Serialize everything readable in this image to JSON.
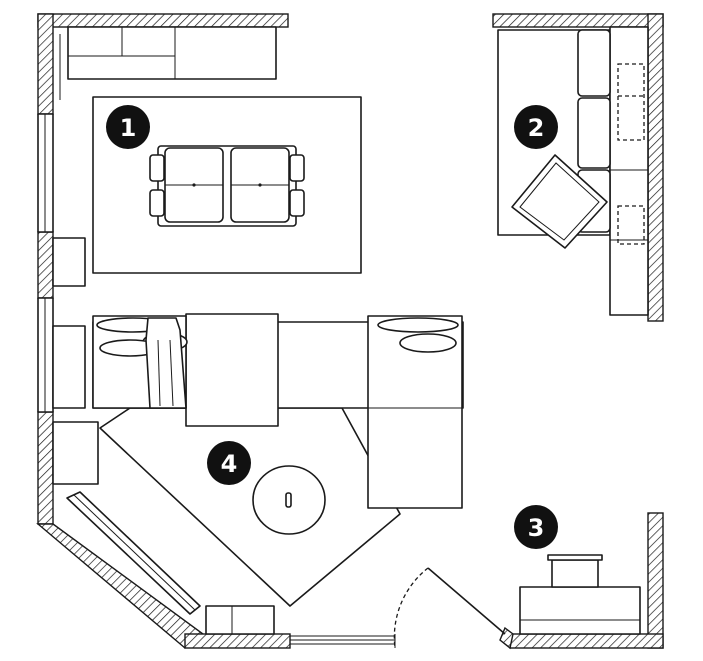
{
  "zones": [
    {
      "id": "1",
      "label": "1"
    },
    {
      "id": "2",
      "label": "2"
    },
    {
      "id": "3",
      "label": "3"
    },
    {
      "id": "4",
      "label": "4"
    }
  ],
  "colors": {
    "ink": "#1a1a1a",
    "badge": "#111111",
    "paper": "#ffffff"
  },
  "icons": [
    "door-swing-icon",
    "window-icon",
    "sofa-icon",
    "dining-table-icon",
    "rug-icon",
    "cushion-icon",
    "lamp-icon"
  ]
}
